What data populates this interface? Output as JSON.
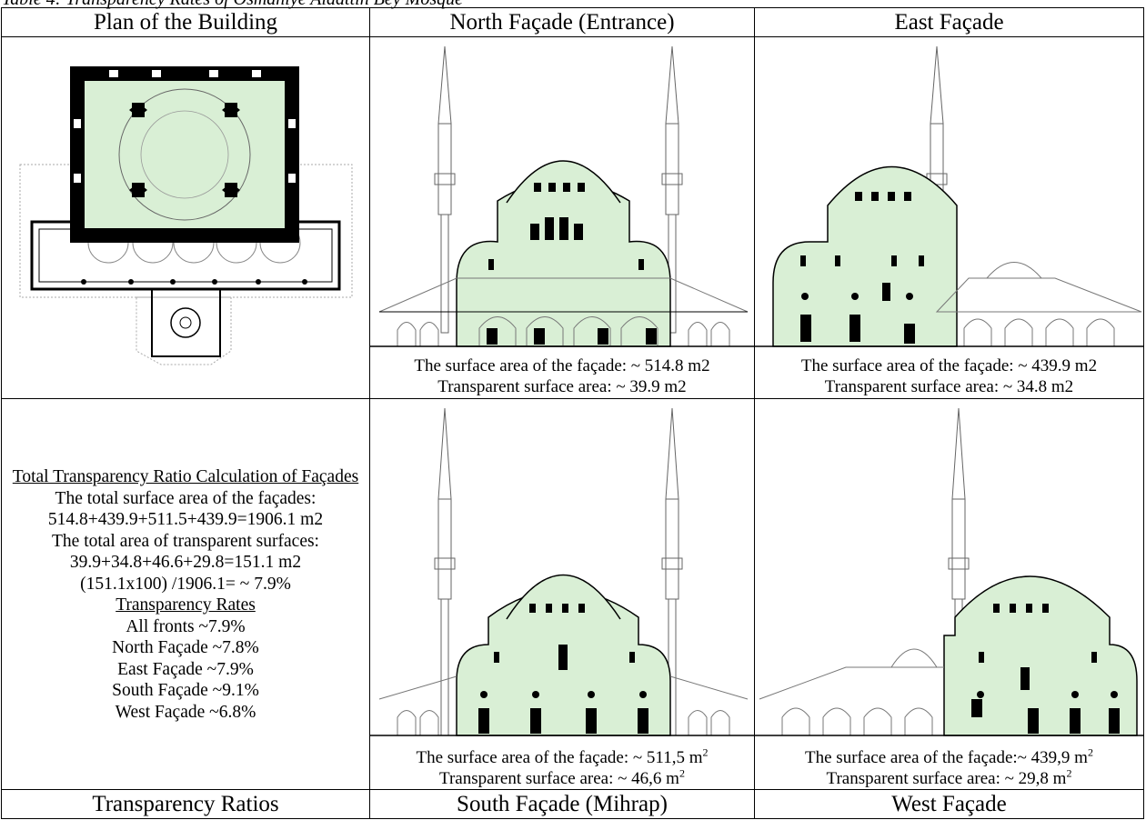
{
  "caption": "Table 4: Transparency Rates of Osmaniye Alaattin Bey Mosque",
  "headers": [
    "Plan of the Building",
    "North Façade (Entrance)",
    "East Façade"
  ],
  "footers": [
    "Transparency Ratios",
    "South Façade (Mihrap)",
    "West Façade"
  ],
  "north": {
    "surface": "The surface area of the façade: ~ 514.8 m2",
    "transparent": "Transparent surface area: ~ 39.9 m2"
  },
  "east": {
    "surface": "The surface area of the façade: ~ 439.9 m2",
    "transparent": "Transparent surface area: ~ 34.8 m2"
  },
  "south": {
    "surface": "The surface area of the façade: ~ 511,5 m",
    "surface_sup": "2",
    "transparent": "Transparent surface area: ~ 46,6 m",
    "transparent_sup": "2"
  },
  "west": {
    "surface": "The surface area of the façade:~ 439,9 m",
    "surface_sup": "2",
    "transparent": "Transparent surface area: ~ 29,8 m",
    "transparent_sup": "2"
  },
  "calc": {
    "heading": "Total Transparency Ratio Calculation of Façades",
    "line1": "The total surface area of the façades:",
    "line2": "514.8+439.9+511.5+439.9=1906.1 m2",
    "line3": "The total area of transparent surfaces:",
    "line4": "39.9+34.8+46.6+29.8=151.1 m2",
    "line5": "(151.1x100) /1906.1= ~ 7.9%",
    "rates_heading": "Transparency Rates",
    "rates": [
      "All fronts ~7.9%",
      "North Façade ~7.8%",
      "East Façade ~7.9%",
      "South Façade ~9.1%",
      "West Façade ~6.8%"
    ]
  },
  "colors": {
    "fill": "#d9efd5",
    "line": "#000000",
    "ghost": "#999999"
  }
}
